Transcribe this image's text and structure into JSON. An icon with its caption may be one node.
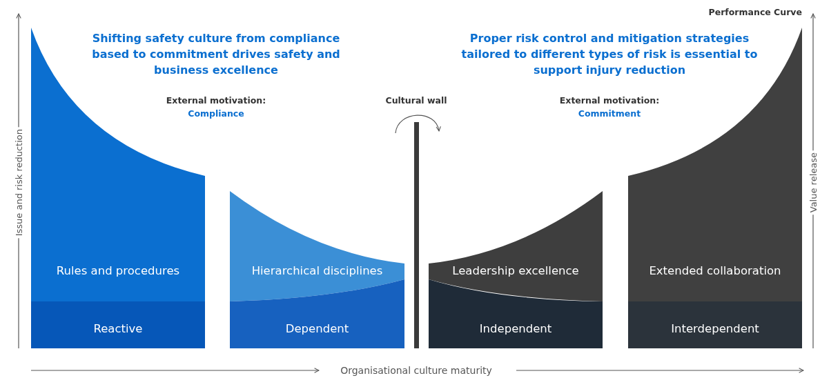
{
  "diagram": {
    "nodes": [
      {
        "text": [
          "Rules and procedures"
        ]
      },
      {
        "text": [
          "Reactive"
        ]
      },
      {
        "text": [
          "Hierarchical disciplines"
        ]
      },
      {
        "text": [
          "Dependent"
        ]
      },
      {
        "text": [
          "Leadership excellence"
        ]
      },
      {
        "text": [
          "Independent"
        ]
      },
      {
        "text": [
          "Extended collaboration"
        ]
      },
      {
        "text": [
          "Interdependent"
        ]
      }
    ],
    "edges": [],
    "labels": [
      "Performance Curve",
      "Shifting safety culture from compliance based to commitment drives safety and business excellence",
      "Proper risk control and mitigation strategies tailored to different types of risk is essential to support injury reduction",
      "External motivation:",
      "Compliance",
      "Cultural wall",
      "External motivation:",
      "Commitment",
      "Issue and risk reduction",
      "Value release",
      "Organisational culture maturity"
    ]
  }
}
